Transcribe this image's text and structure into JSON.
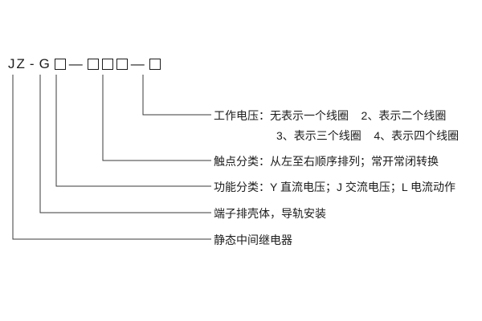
{
  "model_code": {
    "series": "JZ",
    "hyphen": "-",
    "housing_letter": "G",
    "dash1": "—",
    "dash2": "—"
  },
  "annotations": {
    "working_voltage_line1": "工作电压：无表示一个线圈    2、表示二个线圈",
    "working_voltage_line2": "3、表示三个线圈    4、表示四个线圈",
    "contact_classification": "触点分类：从左至右顺序排列；常开常闭转换",
    "function_classification": "功能分类：Y 直流电压；J 交流电压；L 电流动作",
    "housing": "端子排壳体，导轨安装",
    "product_name": "静态中间继电器"
  }
}
